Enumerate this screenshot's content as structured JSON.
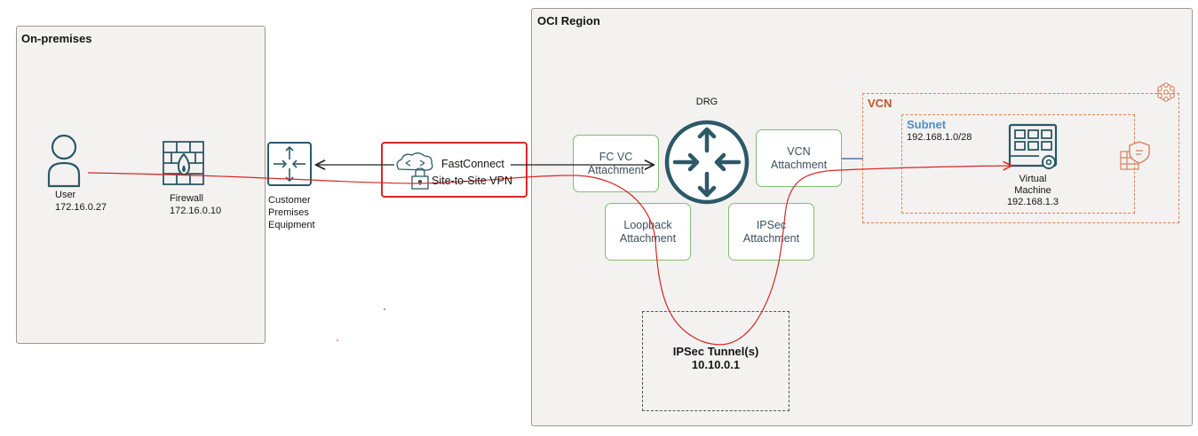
{
  "onprem": {
    "title": "On-premises"
  },
  "oci": {
    "title": "OCI Region"
  },
  "user": {
    "name": "User",
    "ip": "172.16.0.27",
    "icon": "user-icon"
  },
  "firewall": {
    "name": "Firewall",
    "ip": "172.16.0.10",
    "icon": "firewall-icon"
  },
  "cpe": {
    "line1": "Customer",
    "line2": "Premises",
    "line3": "Equipment",
    "icon": "router-icon"
  },
  "connection": {
    "fastconnect": "FastConnect",
    "vpn": "Site-to-Site VPN"
  },
  "drg": {
    "title": "DRG"
  },
  "attachments": {
    "fc_vc": {
      "line1": "FC VC",
      "line2": "Attachment"
    },
    "vcn": {
      "line1": "VCN",
      "line2": "Attachment"
    },
    "loopback": {
      "line1": "Loopback",
      "line2": "Attachment"
    },
    "ipsec": {
      "line1": "IPSec",
      "line2": "Attachment"
    }
  },
  "vcn": {
    "title": "VCN"
  },
  "subnet": {
    "title": "Subnet",
    "cidr": "192.168.1.0/28"
  },
  "vm": {
    "line1": "Virtual",
    "line2": "Machine",
    "ip": "192.168.1.3"
  },
  "tunnel": {
    "title": "IPSec Tunnel(s)",
    "ip": "10.10.0.1"
  },
  "colors": {
    "panel_bg": "#f3f2f0",
    "panel_border": "#9e9892",
    "highlight_red": "#d62828",
    "vcn_orange": "#d9825b",
    "subnet_blue": "#4a90c8",
    "drg_teal": "#2c5967",
    "attachment_green": "#7fbf72"
  }
}
